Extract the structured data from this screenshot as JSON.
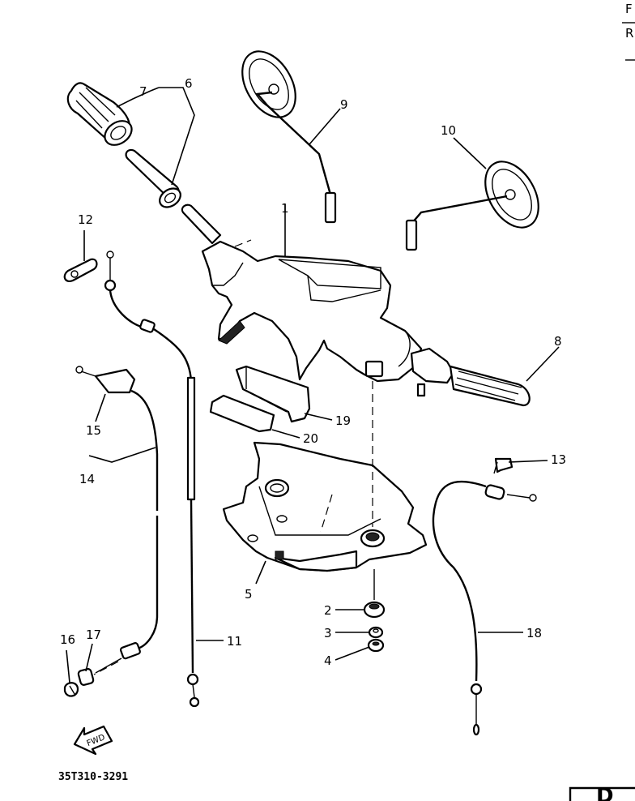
{
  "labels": {
    "p1": "1",
    "p2": "2",
    "p3": "3",
    "p4": "4",
    "p5": "5",
    "p6": "6",
    "p7": "7",
    "p8": "8",
    "p9": "9",
    "p10": "10",
    "p11": "11",
    "p12": "12",
    "p13": "13",
    "p14": "14",
    "p15": "15",
    "p16": "16",
    "p17": "17",
    "p18": "18",
    "p19": "19",
    "p20": "20"
  },
  "drawing_code": "35T310-3291",
  "fwd_label": "FWD",
  "corner_marks": {
    "r1": "F",
    "r2": "R"
  },
  "corner_box_text": "D"
}
